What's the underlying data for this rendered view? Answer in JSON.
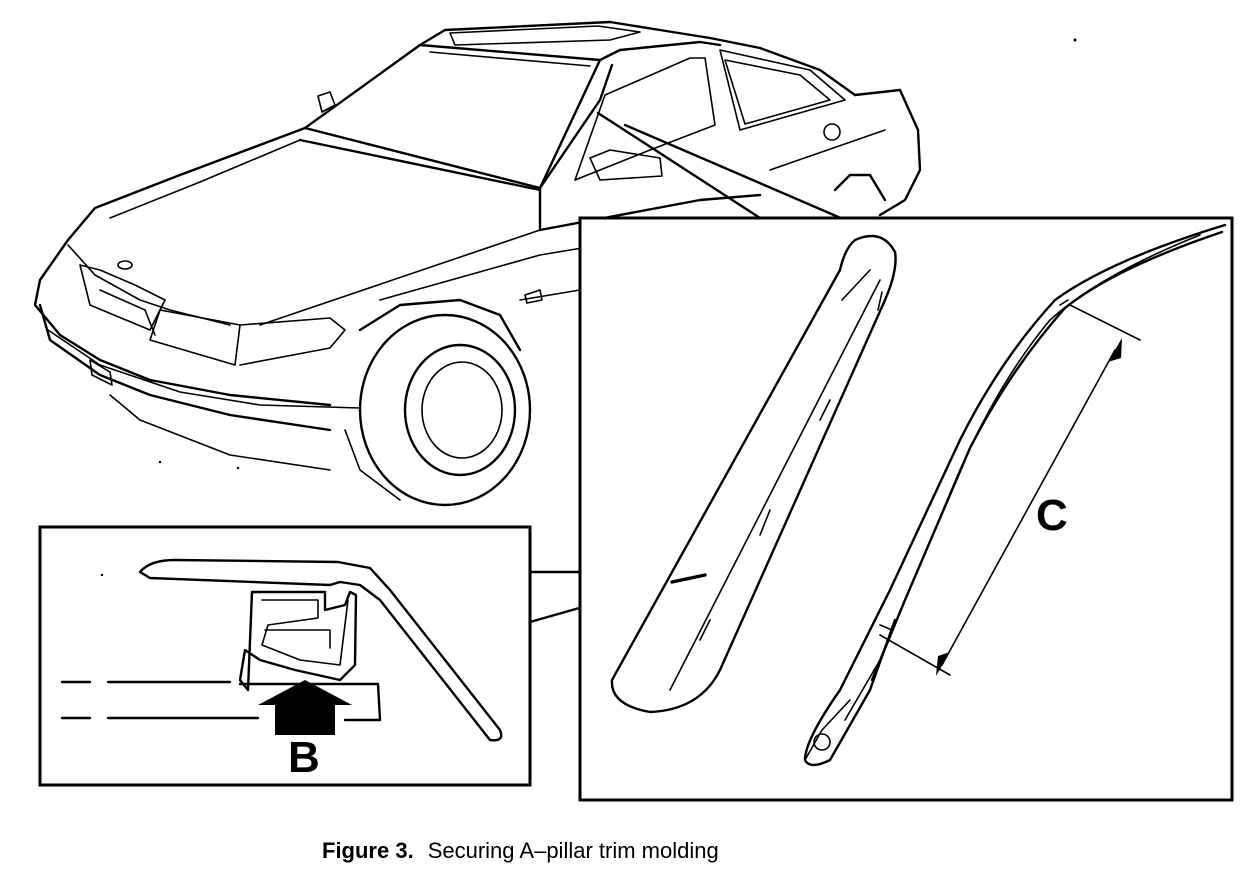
{
  "figure": {
    "caption_number": "Figure 3.",
    "caption_text": "Securing A–pillar trim molding",
    "labels": {
      "clip_detail": "B",
      "length_dimension": "C"
    }
  }
}
